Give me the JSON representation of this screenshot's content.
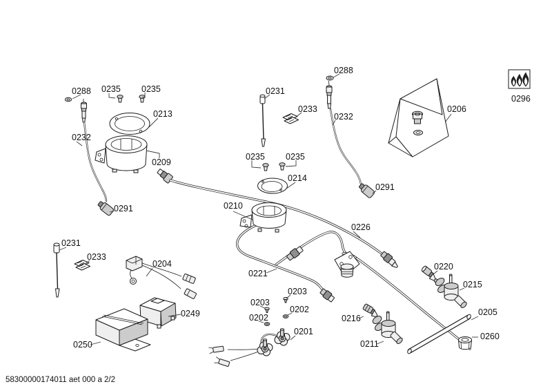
{
  "document": {
    "footer_code": "58300000174011 aet 000 a 2/2"
  },
  "colors": {
    "background": "#ffffff",
    "line": "#1a1a1a",
    "label_text": "#111111"
  },
  "symbols": {
    "flame_icon": "three-flames-gas-symbol"
  },
  "part_labels": [
    {
      "text": "0288"
    },
    {
      "text": "0235"
    },
    {
      "text": "0235"
    },
    {
      "text": "0213"
    },
    {
      "text": "0232"
    },
    {
      "text": "0209"
    },
    {
      "text": "0291"
    },
    {
      "text": "0231"
    },
    {
      "text": "0233"
    },
    {
      "text": "0288"
    },
    {
      "text": "0232"
    },
    {
      "text": "0235"
    },
    {
      "text": "0235"
    },
    {
      "text": "0214"
    },
    {
      "text": "0291"
    },
    {
      "text": "0206"
    },
    {
      "text": "0296"
    },
    {
      "text": "0210"
    },
    {
      "text": "0226"
    },
    {
      "text": "0221"
    },
    {
      "text": "0204"
    },
    {
      "text": "0231"
    },
    {
      "text": "0233"
    },
    {
      "text": "0249"
    },
    {
      "text": "0250"
    },
    {
      "text": "0203"
    },
    {
      "text": "0203"
    },
    {
      "text": "0202"
    },
    {
      "text": "0202"
    },
    {
      "text": "0201"
    },
    {
      "text": "0220"
    },
    {
      "text": "0215"
    },
    {
      "text": "0216"
    },
    {
      "text": "0211"
    },
    {
      "text": "0205"
    },
    {
      "text": "0260"
    }
  ]
}
